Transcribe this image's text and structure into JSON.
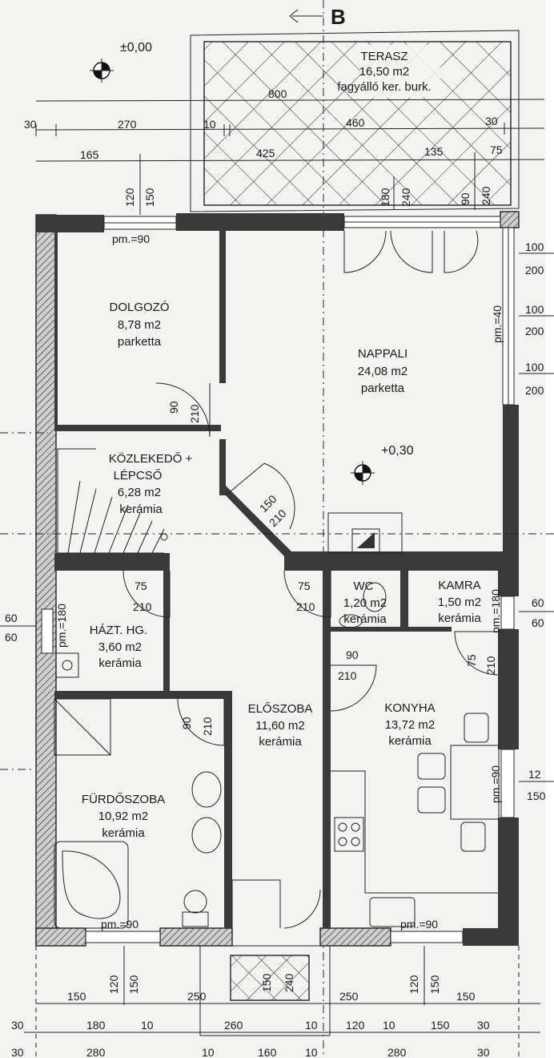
{
  "level": {
    "ground": "±0,00",
    "floor": "+0,30"
  },
  "section_marker": "B",
  "rooms": {
    "terasz": {
      "name": "TERASZ",
      "area": "16,50 m2",
      "finish": "fagyálló ker. burk."
    },
    "dolgozo": {
      "name": "DOLGOZÓ",
      "area": "8,78 m2",
      "finish": "parketta"
    },
    "nappali": {
      "name": "NAPPALI",
      "area": "24,08 m2",
      "finish": "parketta"
    },
    "kozlekedo": {
      "name1": "KÖZLEKEDŐ +",
      "name2": "LÉPCSŐ",
      "area": "6,28 m2",
      "finish": "kerámia"
    },
    "wc": {
      "name": "WC",
      "area": "1,20 m2",
      "finish": "kerámia"
    },
    "kamra": {
      "name": "KAMRA",
      "area": "1,50 m2",
      "finish": "kerámia"
    },
    "haztartasi": {
      "name": "HÁZT. HG.",
      "area": "3,60 m2",
      "finish": "kerámia"
    },
    "eloszoba": {
      "name": "ELŐSZOBA",
      "area": "11,60 m2",
      "finish": "kerámia"
    },
    "konyha": {
      "name": "KONYHA",
      "area": "13,72 m2",
      "finish": "kerámia"
    },
    "furdoszoba": {
      "name": "FÜRDŐSZOBA",
      "area": "10,92 m2",
      "finish": "kerámia"
    }
  },
  "sill_labels": {
    "dolgozo": "pm.=90",
    "nappali": "pm.=40",
    "haztartasi": "pm.=180",
    "kamra": "pm.=180",
    "konyha_side": "pm.=90",
    "furdo": "pm.=90",
    "konyha_bottom": "pm.=90"
  },
  "dims_top": {
    "r1": [
      "800"
    ],
    "r2": [
      "30",
      "270",
      "10",
      "460",
      "30"
    ],
    "r3": [
      "165",
      "425",
      "135",
      "75"
    ],
    "win_dolgozo": [
      "120",
      "150"
    ],
    "win_terasz1": [
      "180",
      "240"
    ],
    "win_terasz2": [
      "90",
      "240"
    ]
  },
  "dims_bottom": {
    "r1": [
      "150",
      "250",
      "250",
      "150"
    ],
    "r2": [
      "30",
      "180",
      "10",
      "260",
      "10",
      "120",
      "10",
      "150",
      "30"
    ],
    "r3": [
      "30",
      "280",
      "10",
      "160",
      "10",
      "280",
      "30"
    ],
    "win_furdo": [
      "120",
      "150"
    ],
    "win_konyha": [
      "120",
      "150"
    ],
    "door_entry": [
      "150",
      "240"
    ]
  },
  "dims_right": [
    "100",
    "200",
    "100",
    "200",
    "100",
    "200",
    "60",
    "60",
    "12",
    "150"
  ],
  "dims_left": [
    "60",
    "60"
  ],
  "doors": {
    "dolgozo": [
      "90",
      "210"
    ],
    "nappali": [
      "150",
      "210"
    ],
    "hazt": [
      "75",
      "210"
    ],
    "wc": [
      "75",
      "210"
    ],
    "kamra": [
      "75",
      "210"
    ],
    "konyha": [
      "90",
      "210"
    ],
    "furdo": [
      "90",
      "210"
    ]
  }
}
